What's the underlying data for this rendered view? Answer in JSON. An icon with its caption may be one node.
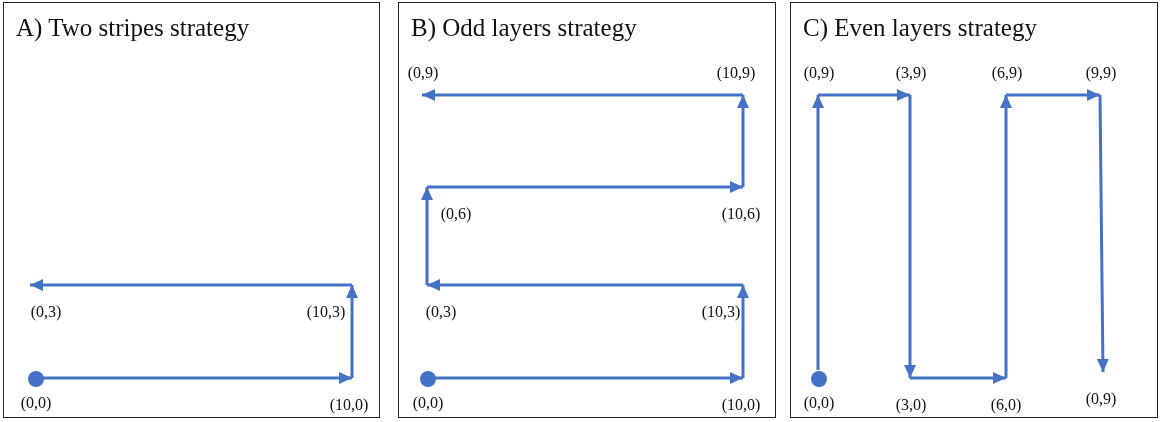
{
  "diagram": {
    "nodes": [
      {
        "text": [
          "A) Two stripes strategy"
        ]
      },
      {
        "text": [
          "B) Odd layers strategy"
        ]
      },
      {
        "text": [
          "C) Even layers strategy"
        ]
      },
      {
        "text": [],
        "shape": "circle",
        "in": 0,
        "beside": [
          "(0,0)"
        ]
      },
      {
        "text": [
          "(10,0)"
        ],
        "in": 0
      },
      {
        "text": [
          "(10,3)"
        ],
        "in": 0
      },
      {
        "text": [
          "(0,3)"
        ],
        "in": 0
      },
      {
        "text": [],
        "shape": "circle",
        "in": 1,
        "beside": [
          "(0,0)"
        ]
      },
      {
        "text": [
          "(10,0)"
        ],
        "in": 1
      },
      {
        "text": [
          "(10,3)"
        ],
        "in": 1
      },
      {
        "text": [
          "(0,3)"
        ],
        "in": 1
      },
      {
        "text": [
          "(0,6)"
        ],
        "in": 1
      },
      {
        "text": [
          "(10,6)"
        ],
        "in": 1
      },
      {
        "text": [
          "(10,9)"
        ],
        "in": 1
      },
      {
        "text": [
          "(0,9)"
        ],
        "in": 1
      },
      {
        "text": [],
        "shape": "circle",
        "in": 2,
        "beside": [
          "(0,0)"
        ]
      },
      {
        "text": [
          "(0,9)"
        ],
        "in": 2
      },
      {
        "text": [
          "(3,9)"
        ],
        "in": 2
      },
      {
        "text": [
          "(3,0)"
        ],
        "in": 2
      },
      {
        "text": [
          "(6,0)"
        ],
        "in": 2
      },
      {
        "text": [
          "(6,9)"
        ],
        "in": 2
      },
      {
        "text": [
          "(9,9)"
        ],
        "in": 2
      },
      {
        "text": [
          "(0,9)"
        ],
        "in": 2
      }
    ],
    "edges": [
      {
        "from": 3,
        "to": 4,
        "arrow": "to"
      },
      {
        "from": 4,
        "to": 5,
        "arrow": "to"
      },
      {
        "from": 5,
        "to": 6,
        "arrow": "to"
      },
      {
        "from": 7,
        "to": 8,
        "arrow": "to"
      },
      {
        "from": 8,
        "to": 9,
        "arrow": "to"
      },
      {
        "from": 9,
        "to": 10,
        "arrow": "to"
      },
      {
        "from": 10,
        "to": 11,
        "arrow": "to"
      },
      {
        "from": 11,
        "to": 12,
        "arrow": "to"
      },
      {
        "from": 12,
        "to": 13,
        "arrow": "to"
      },
      {
        "from": 13,
        "to": 14,
        "arrow": "to"
      },
      {
        "from": 15,
        "to": 16,
        "arrow": "to"
      },
      {
        "from": 16,
        "to": 17,
        "arrow": "to"
      },
      {
        "from": 17,
        "to": 18,
        "arrow": "to"
      },
      {
        "from": 18,
        "to": 19,
        "arrow": "to"
      },
      {
        "from": 19,
        "to": 20,
        "arrow": "to"
      },
      {
        "from": 20,
        "to": 21,
        "arrow": "to"
      },
      {
        "from": 21,
        "to": 22,
        "arrow": "to"
      }
    ]
  }
}
